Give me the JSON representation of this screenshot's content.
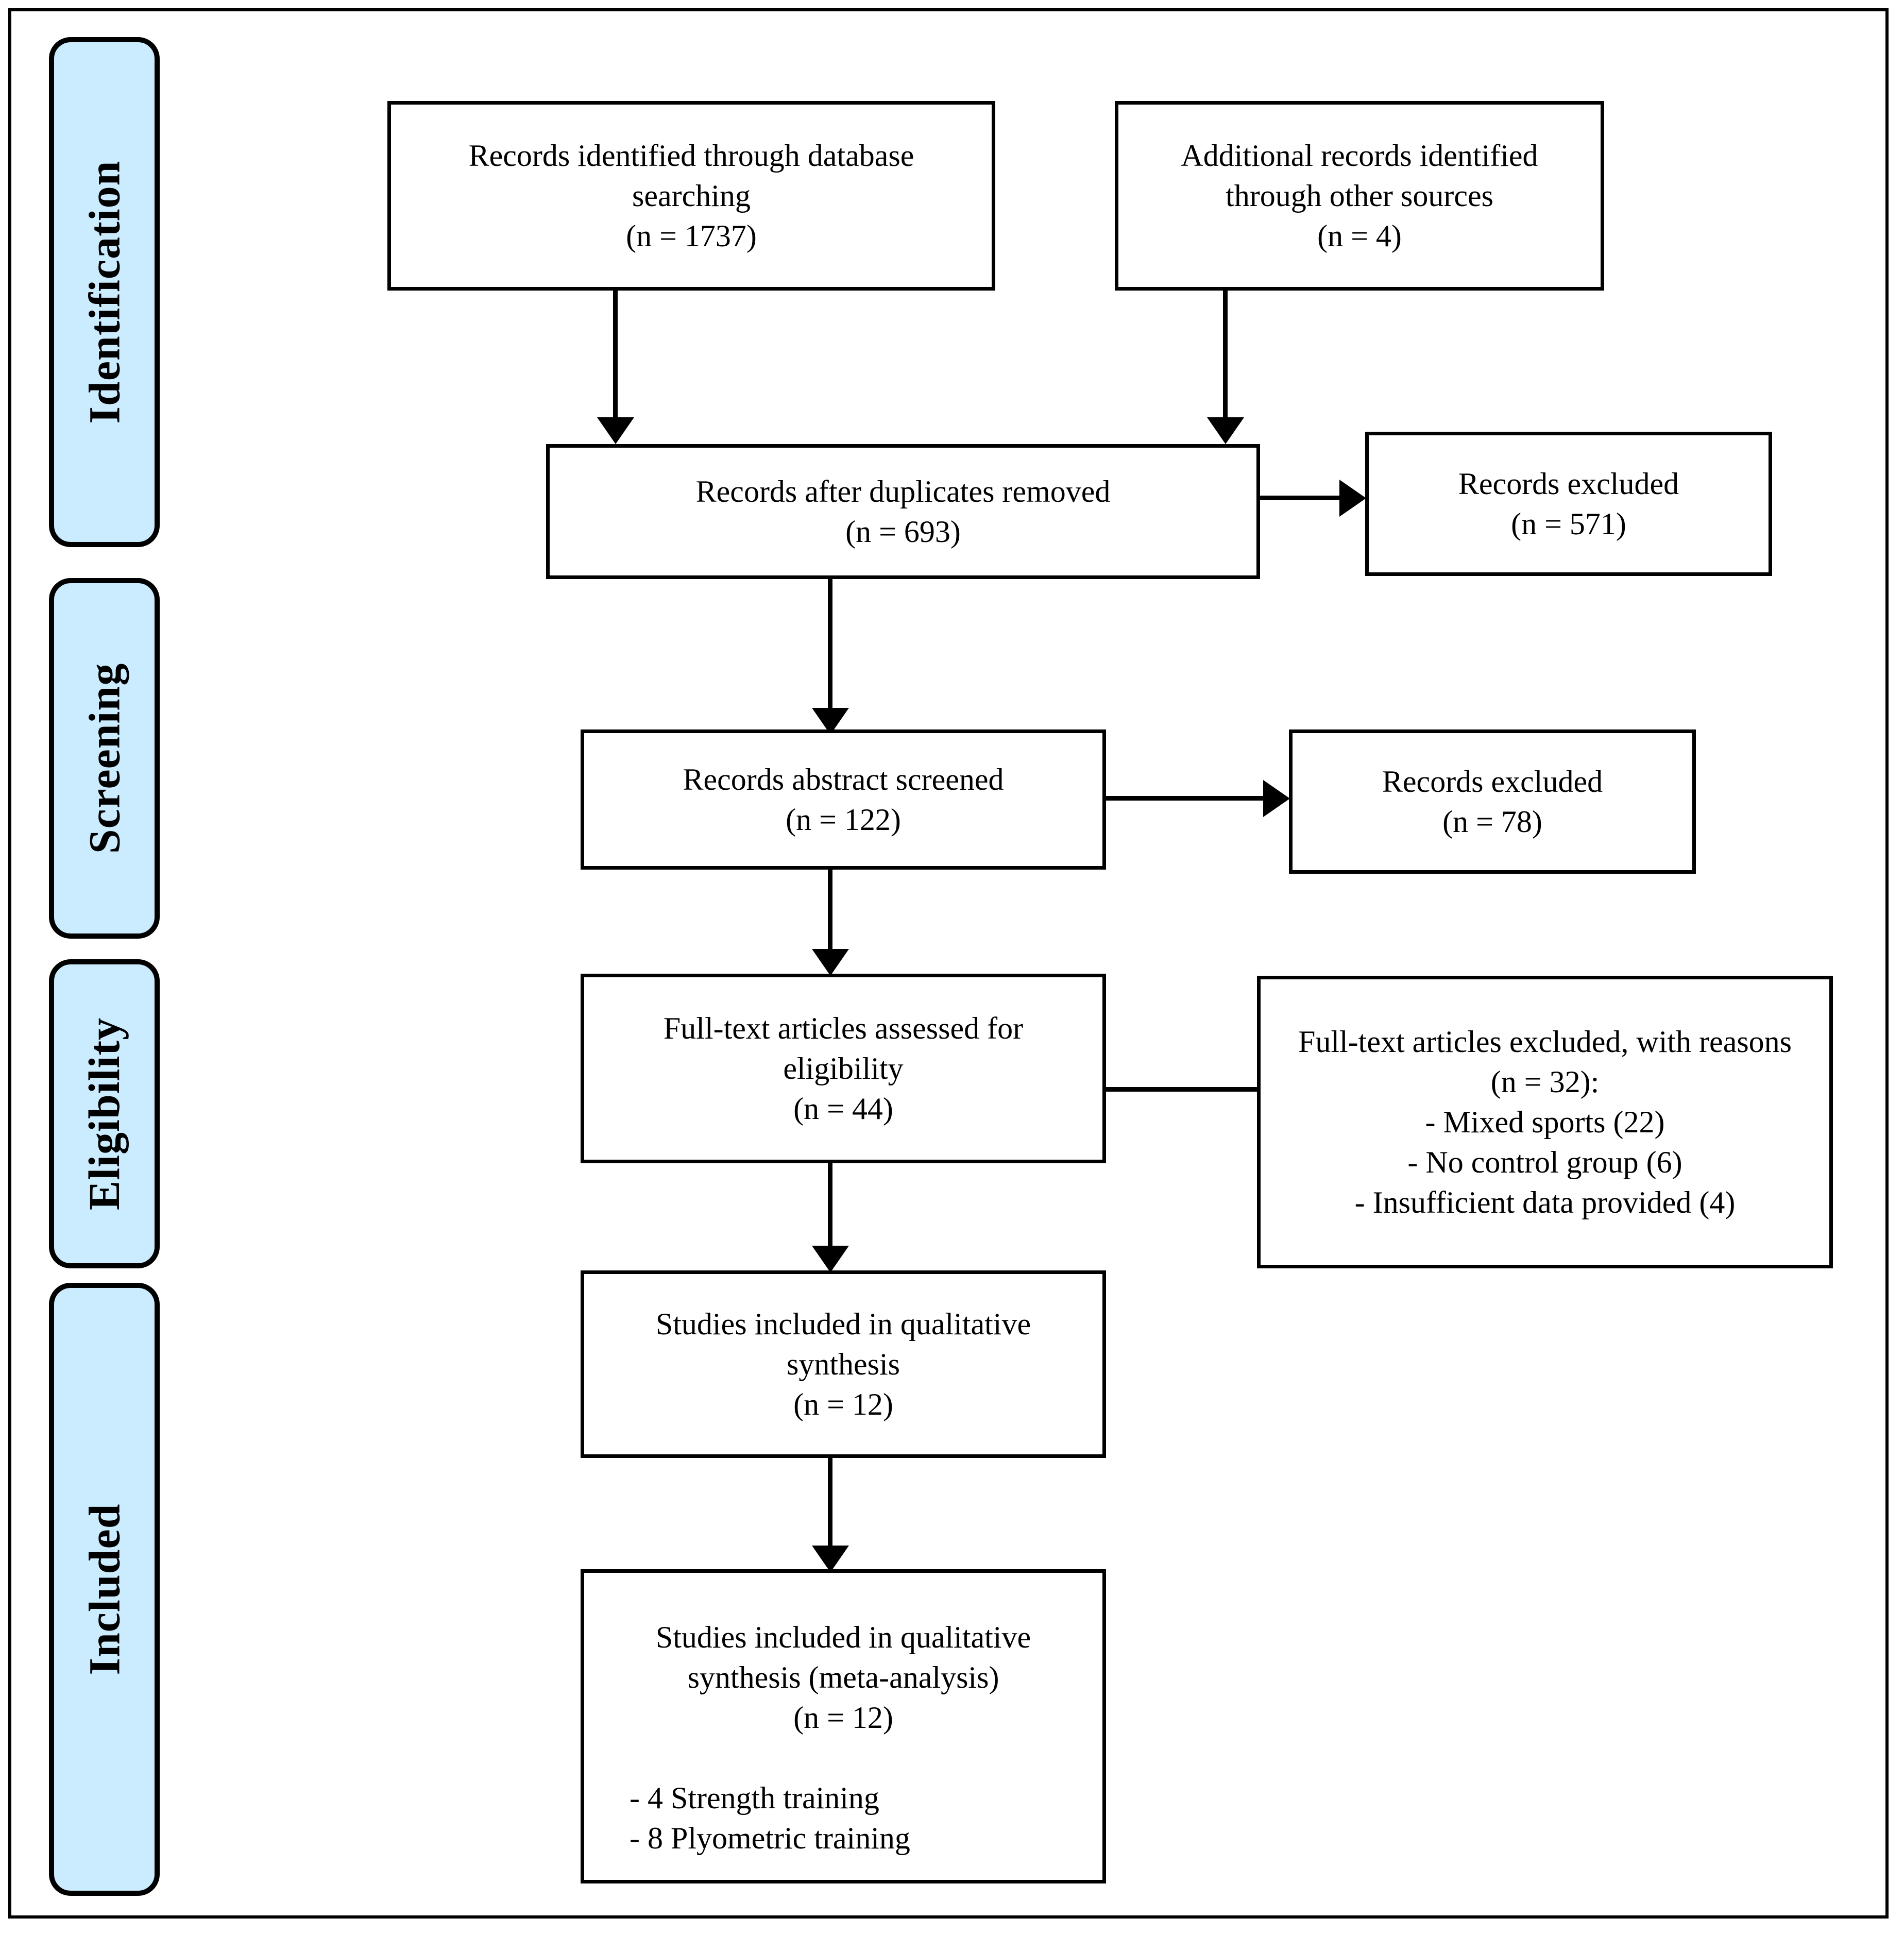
{
  "figure": {
    "type": "prisma-flow-diagram",
    "stages": [
      {
        "id": "identification",
        "label": "Identification"
      },
      {
        "id": "screening",
        "label": "Screening"
      },
      {
        "id": "eligibility",
        "label": "Eligibility"
      },
      {
        "id": "included",
        "label": "Included"
      }
    ],
    "colors": {
      "stage_fill": "#cbecff",
      "stage_border": "#000000",
      "box_fill": "#ffffff",
      "box_border": "#000000",
      "connector": "#000000"
    },
    "boxes": {
      "database_records": "Records identified through database\nsearching\n(n = 1737)",
      "other_records": "Additional records identified\nthrough other sources\n(n = 4)",
      "duplicates_removed": "Records after duplicates removed\n(n = 693)",
      "excluded_duplicates": "Records excluded\n(n = 571)",
      "abstract_screened": "Records abstract screened\n(n = 122)",
      "excluded_abstract": "Records excluded\n(n = 78)",
      "fulltext_assessed": "Full-text articles assessed for\neligibility\n(n = 44)",
      "fulltext_excluded": "Full-text articles excluded, with reasons\n(n = 32):\n- Mixed sports (22)\n-  No control group (6)\n- Insufficient data provided (4)",
      "qualitative_synthesis": "Studies included in qualitative\nsynthesis\n(n = 12)",
      "meta_analysis_header": "Studies included in qualitative\nsynthesis (meta-analysis)\n(n = 12)",
      "meta_analysis_breakdown": "-  4 Strength training\n-  8 Plyometric training"
    },
    "counts": {
      "database_records": 1737,
      "other_records": 4,
      "after_duplicates": 693,
      "excluded_after_duplicates": 571,
      "abstract_screened": 122,
      "excluded_abstract": 78,
      "fulltext_assessed": 44,
      "fulltext_excluded_total": 32,
      "fulltext_excluded_mixed_sports": 22,
      "fulltext_excluded_no_control_group": 6,
      "fulltext_excluded_insufficient_data": 4,
      "qualitative_synthesis": 12,
      "meta_analysis": 12,
      "strength_training": 4,
      "plyometric_training": 8
    }
  }
}
